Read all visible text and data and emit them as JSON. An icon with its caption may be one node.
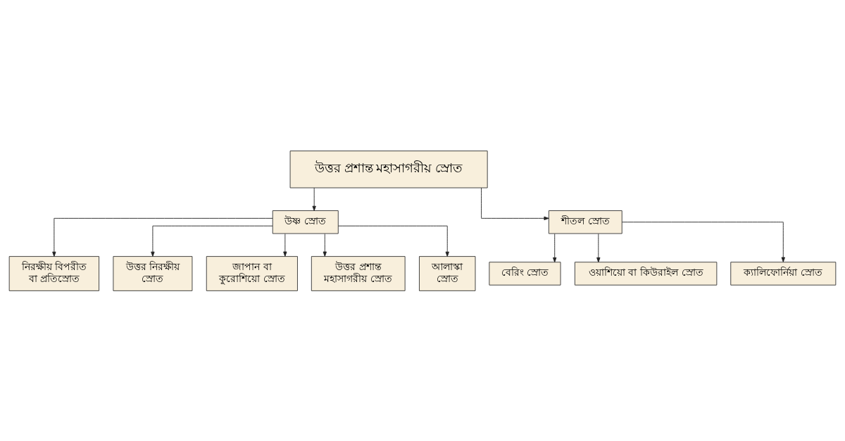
{
  "diagram": {
    "nodes": [
      {
        "text": [
          "উত্তর প্রশান্ত মহাসাগরীয় স্রোত"
        ]
      },
      {
        "text": [
          "উষ্ণ স্রোত"
        ]
      },
      {
        "text": [
          "শীতল স্রোত"
        ]
      },
      {
        "text": [
          "নিরক্ষীয় বিপরীত বা প্রতিস্রোত"
        ]
      },
      {
        "text": [
          "উত্তর নিরক্ষীয় স্রোত"
        ]
      },
      {
        "text": [
          "জাপান বা কুরোশিয়ো স্রোত"
        ]
      },
      {
        "text": [
          "উত্তর প্রশান্ত মহাসাগরীয় স্রোত"
        ]
      },
      {
        "text": [
          "আলাস্কা স্রোত"
        ]
      },
      {
        "text": [
          "বেরিং স্রোত"
        ]
      },
      {
        "text": [
          "ওয়াশিয়ো বা কিউরাইল স্রোত"
        ]
      },
      {
        "text": [
          "ক্যালিফোর্নিয়া স্রোত"
        ]
      }
    ],
    "edges": [
      {
        "from": 0,
        "to": 1,
        "arrow": "to"
      },
      {
        "from": 0,
        "to": 2,
        "arrow": "to"
      },
      {
        "from": 1,
        "to": 3,
        "arrow": "to"
      },
      {
        "from": 1,
        "to": 4,
        "arrow": "to"
      },
      {
        "from": 1,
        "to": 5,
        "arrow": "to"
      },
      {
        "from": 1,
        "to": 6,
        "arrow": "to"
      },
      {
        "from": 1,
        "to": 7,
        "arrow": "to"
      },
      {
        "from": 2,
        "to": 8,
        "arrow": "to"
      },
      {
        "from": 2,
        "to": 9,
        "arrow": "to"
      },
      {
        "from": 2,
        "to": 10,
        "arrow": "to"
      }
    ]
  }
}
